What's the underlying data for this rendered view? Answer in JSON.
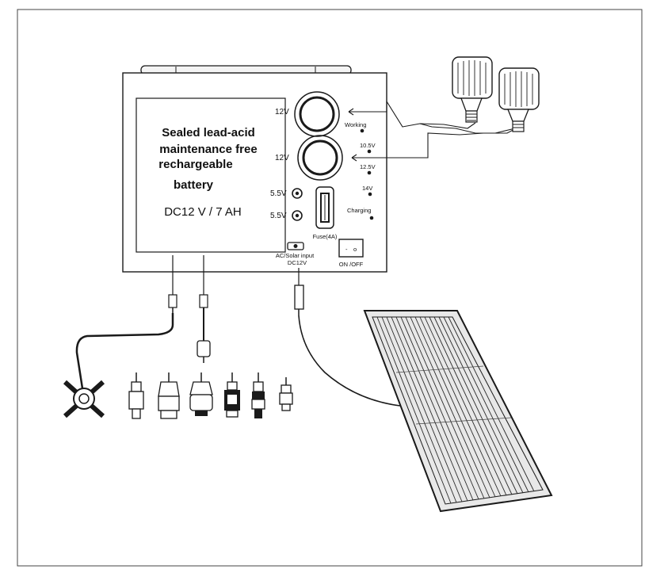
{
  "battery": {
    "label_lines": [
      "Sealed lead-acid",
      "maintenance free",
      "rechargeable",
      "battery"
    ],
    "spec": "DC12 V / 7 AH"
  },
  "outputs": {
    "socket_12v_top": "12V",
    "socket_12v_bottom": "12V",
    "usb_top": "5.5V",
    "usb_bottom": "5.5V"
  },
  "indicators": {
    "working": "Working",
    "v105": "10.5V",
    "v125": "12.5V",
    "v14": "14V",
    "charging": "Charging"
  },
  "fuse": "Fuse(4A)",
  "input": {
    "line1": "AC/Solar input",
    "line2": "DC12V"
  },
  "switch": {
    "on_mark": "-",
    "off_mark": "o",
    "label": "ON /OFF"
  },
  "colors": {
    "line": "#1a1a1a",
    "panel_fill": "#dcdcdc",
    "background": "#ffffff"
  }
}
